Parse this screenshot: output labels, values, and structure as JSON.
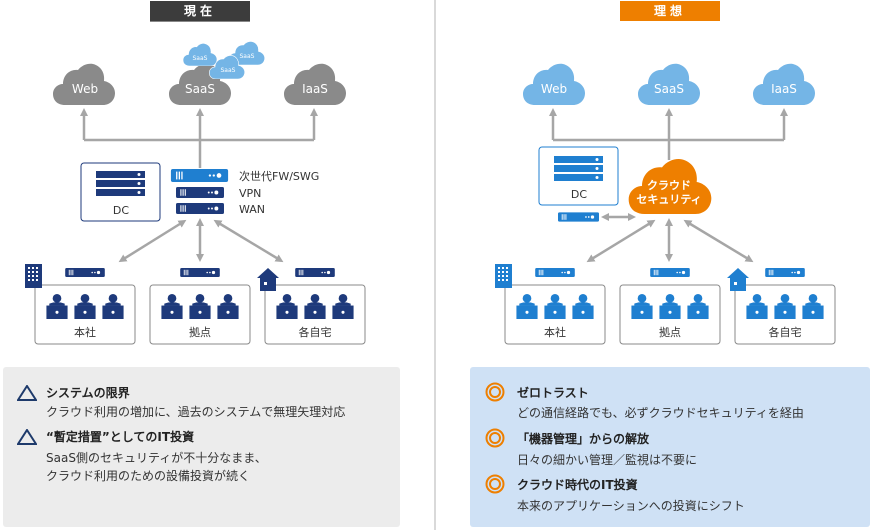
{
  "current": {
    "tag": "現在",
    "tag_color": "#3c3c3c",
    "clouds": [
      "Web",
      "SaaS",
      "IaaS"
    ],
    "saas_mini_clouds": [
      "SaaS",
      "SaaS",
      "SaaS"
    ],
    "dc_label": "DC",
    "appliances": [
      "次世代FW/SWG",
      "VPN",
      "WAN"
    ],
    "sites": [
      "本社",
      "拠点",
      "各自宅"
    ],
    "notes": [
      {
        "icon": "triangle-icon",
        "title": "システムの限界",
        "body": [
          "クラウド利用の増加に、過去のシステムで無理矢理対応"
        ]
      },
      {
        "icon": "triangle-icon",
        "title": "“暫定措置”としてのIT投資",
        "body": [
          "SaaS側のセキュリティが不十分なまま、",
          "クラウド利用のための設備投資が続く"
        ]
      }
    ]
  },
  "ideal": {
    "tag": "理想",
    "tag_color": "#ee7f00",
    "clouds": [
      "Web",
      "SaaS",
      "IaaS"
    ],
    "dc_label": "DC",
    "cloud_security": [
      "クラウド",
      "セキュリティ"
    ],
    "sites": [
      "本社",
      "拠点",
      "各自宅"
    ],
    "notes": [
      {
        "icon": "double-circle-icon",
        "title": "ゼロトラスト",
        "body": [
          "どの通信経路でも、必ずクラウドセキュリティを経由"
        ]
      },
      {
        "icon": "double-circle-icon",
        "title": "「機器管理」からの解放",
        "body": [
          "日々の細かい管理／監視は不要に"
        ]
      },
      {
        "icon": "double-circle-icon",
        "title": "クラウド時代のIT投資",
        "body": [
          "本来のアプリケーションへの投資にシフト"
        ]
      }
    ]
  },
  "colors": {
    "gray_cloud": "#8a8a8a",
    "blue_cloud": "#74b5e6",
    "navy": "#1e3a7b",
    "blue": "#1f7fd0",
    "orange": "#ee7f00",
    "arrow": "#a6a6a6",
    "note_gray": "#ececec",
    "note_blue": "#cfe1f5"
  }
}
